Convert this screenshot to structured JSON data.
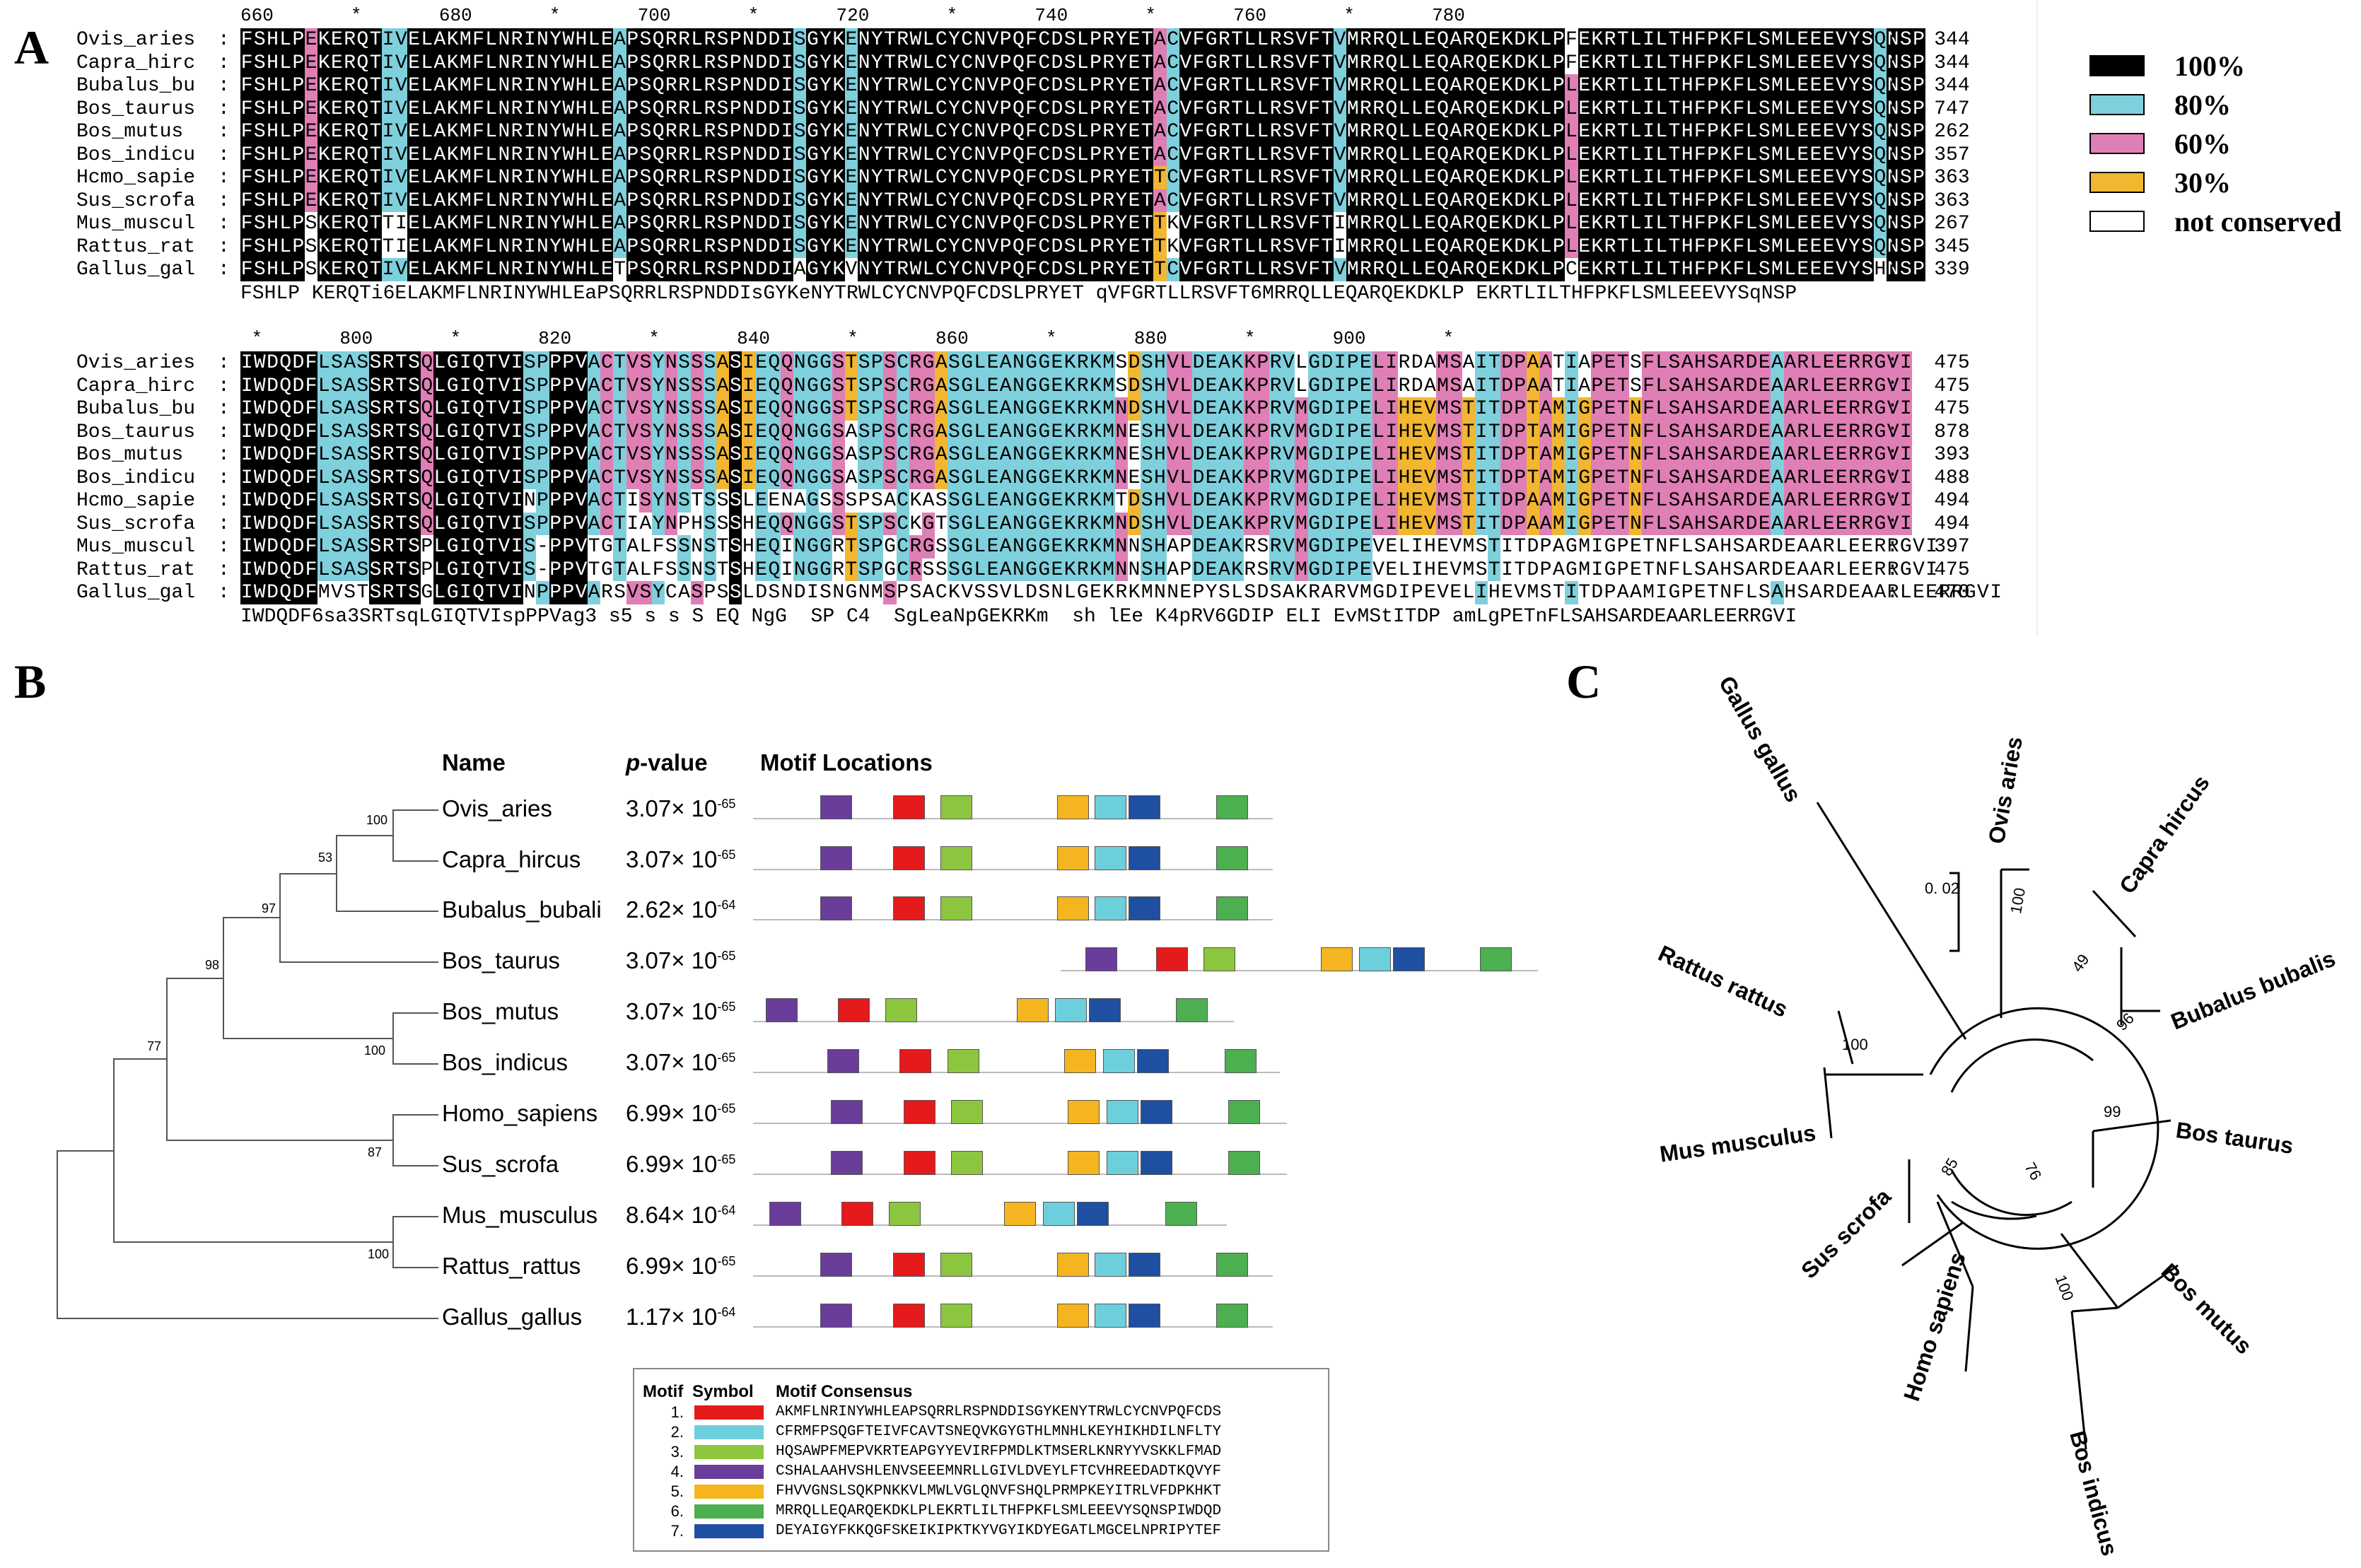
{
  "panels": {
    "a": "A",
    "b": "B",
    "c": "C"
  },
  "alignment": {
    "block1": {
      "scale": "660       *       680       *       700       *       720       *       740       *       760       *       780",
      "rows": [
        {
          "name": "Ovis_aries",
          "seq": "FSHLPEKERQTIVELAKMFLNRINYWHLEAPSQRRLRSPNDDISGYKENYTRWLCYCNVPQFCDSLPRYETACVFGRTLLRSVFTVMRRQLLEQARQEKDKLPFEKRTLILTHFPKFLSMLEEEVYSQNSP",
          "count": "344"
        },
        {
          "name": "Capra_hirc",
          "seq": "FSHLPEKERQTIVELAKMFLNRINYWHLEAPSQRRLRSPNDDISGYKENYTRWLCYCNVPQFCDSLPRYETACVFGRTLLRSVFTVMRRQLLEQARQEKDKLPFEKRTLILTHFPKFLSMLEEEVYSQNSP",
          "count": "344"
        },
        {
          "name": "Bubalus_bu",
          "seq": "FSHLPEKERQTIVELAKMFLNRINYWHLEAPSQRRLRSPNDDISGYKENYTRWLCYCNVPQFCDSLPRYETACVFGRTLLRSVFTVMRRQLLEQARQEKDKLPLEKRTLILTHFPKFLSMLEEEVYSQNSP",
          "count": "344"
        },
        {
          "name": "Bos_taurus",
          "seq": "FSHLPEKERQTIVELAKMFLNRINYWHLEAPSQRRLRSPNDDISGYKENYTRWLCYCNVPQFCDSLPRYETACVFGRTLLRSVFTVMRRQLLEQARQEKDKLPLEKRTLILTHFPKFLSMLEEEVYSQNSP",
          "count": "747"
        },
        {
          "name": "Bos_mutus",
          "seq": "FSHLPEKERQTIVELAKMFLNRINYWHLEAPSQRRLRSPNDDISGYKENYTRWLCYCNVPQFCDSLPRYETACVFGRTLLRSVFTVMRRQLLEQARQEKDKLPLEKRTLILTHFPKFLSMLEEEVYSQNSP",
          "count": "262"
        },
        {
          "name": "Bos_indicu",
          "seq": "FSHLPEKERQTIVELAKMFLNRINYWHLEAPSQRRLRSPNDDISGYKENYTRWLCYCNVPQFCDSLPRYETACVFGRTLLRSVFTVMRRQLLEQARQEKDKLPLEKRTLILTHFPKFLSMLEEEVYSQNSP",
          "count": "357"
        },
        {
          "name": "Hcmo_sapie",
          "seq": "FSHLPEKERQTIVELAKMFLNRINYWHLEAPSQRRLRSPNDDISGYKENYTRWLCYCNVPQFCDSLPRYETTCVFGRTLLRSVFTVMRRQLLEQARQEKDKLPLEKRTLILTHFPKFLSMLEEEVYSQNSP",
          "count": "363"
        },
        {
          "name": "Sus_scrofa",
          "seq": "FSHLPEKERQTIVELAKMFLNRINYWHLEAPSQRRLRSPNDDISGYKENYTRWLCYCNVPQFCDSLPRYETACVFGRTLLRSVFTVMRRQLLEQARQEKDKLPLEKRTLILTHFPKFLSMLEEEVYSQNSP",
          "count": "363"
        },
        {
          "name": "Mus_muscul",
          "seq": "FSHLPSKERQTTIELAKMFLNRINYWHLEAPSQRRLRSPNDDISGYKENYTRWLCYCNVPQFCDSLPRYETTKVFGRTLLRSVFTIMRRQLLEQARQEKDKLPLEKRTLILTHFPKFLSMLEEEVYSQNSP",
          "count": "267"
        },
        {
          "name": "Rattus_rat",
          "seq": "FSHLPSKERQTTIELAKMFLNRINYWHLEAPSQRRLRSPNDDISGYKENYTRWLCYCNVPQFCDSLPRYETTKVFGRTLLRSVFTIMRRQLLEQARQEKDKLPLEKRTLILTHFPKFLSMLEEEVYSQNSP",
          "count": "345"
        },
        {
          "name": "Gallus_gal",
          "seq": "FSHLPSKERQTIVELAKMFLNRINYWHLETPSQRRLRSPNDDIAGYKVNYTRWLCYCNVPQFCDSLPRYETTCVFGRTLLRSVFTVMRRQLLEQARQEKDKLPCEKRTLILTHFPKFLSMLEEEVYSHNSP",
          "count": "339"
        }
      ],
      "consensus": "FSHLP KERQTi6ELAKMFLNRINYWHLEaPSQRRLRSPNDDIsGYKeNYTRWLCYCNVPQFCDSLPRYET qVFGRTLLRSVFT6MRRQLLEQARQEKDKLP EKRTLILTHFPKFLSMLEEEVYSqNSP"
    },
    "block2": {
      "scale": " *       800       *       820       *       840       *       860       *       880       *       900       *",
      "rows": [
        {
          "name": "Ovis_aries",
          "seq": "IWDQDFLSASSRTSQLGIQTVISPPPVACTVSYNSSSASIEQQNGGSTSPSCRGASGLEANGGEKRKMSDSHVLDEAKKPRVLGDIPELIRDAMSAITDPAATIAPETSFLSAHSARDEAARLEERRGVI",
          "count": "475"
        },
        {
          "name": "Capra_hirc",
          "seq": "IWDQDFLSASSRTSQLGIQTVISPPPVACTVSYNSSSASIEQQNGGSTSPSCRGASGLEANGGEKRKMSDSHVLDEAKKPRVLGDIPELIRDAMSAITDPAATIAPETSFLSAHSARDEAARLEERRGVI",
          "count": "475"
        },
        {
          "name": "Bubalus_bu",
          "seq": "IWDQDFLSASSRTSQLGIQTVISPPPVACTVSYNSSSASIEQQNGGSTSPSCRGASGLEANGGEKRKMNDSHVLDEAKKPRVMGDIPELIHEVMSTITDPTAMIGPETNFLSAHSARDEAARLEERRGVI",
          "count": "475"
        },
        {
          "name": "Bos_taurus",
          "seq": "IWDQDFLSASSRTSQLGIQTVISPPPVACTVSYNSSSASIEQQNGGSASPSCRGASGLEANGGEKRKMNESHVLDEAKKPRVMGDIPELIHEVMSTITDPTAMIGPETNFLSAHSARDEAARLEERRGVI",
          "count": "878"
        },
        {
          "name": "Bos_mutus",
          "seq": "IWDQDFLSASSRTSQLGIQTVISPPPVACTVSYNSSSASIEQQNGGSASPSCRGASGLEANGGEKRKMNESHVLDEAKKPRVMGDIPELIHEVMSTITDPTAMIGPETNFLSAHSARDEAARLEERRGVI",
          "count": "393"
        },
        {
          "name": "Bos_indicu",
          "seq": "IWDQDFLSASSRTSQLGIQTVISPPPVACTVSYNSSSASIEQQNGGSASPSCRGASGLEANGGEKRKMNESHVLDEAKKPRVMGDIPELIHEVMSTITDPTAMIGPETNFLSAHSARDEAARLEERRGVI",
          "count": "488"
        },
        {
          "name": "Hcmo_sapie",
          "seq": "IWDQDFLSASSRTSQLGIQTVINPPPVACTISYNSTSSSLEENAGSSSPSACKASSGLEANGGEKRKMTDSHVLDEAKKPRVMGDIPELIHEVMSTITDPAAMIGPETNFLSAHSARDEAARLEERRGVI",
          "count": "494"
        },
        {
          "name": "Sus_scrofa",
          "seq": "IWDQDFLSASSRTSQLGIQTVISPPPVACTIAYNPHSSSHEQQNGGSTSPSCKGTSGLEANGGEKRKMNDSHVLDEAKKPRVMGDIPELIHEVMSTITDPAAMIGPETNFLSAHSARDEAARLEERRGVI",
          "count": "494"
        },
        {
          "name": "Mus_muscul",
          "seq": "IWDQDFLSASSRTSPLGIQTVIS-PPVTGTALFSSNSTSHEQINGGRTSPGCRGSSGLEANGGEKRKMNNSHAPDEAKRSRVMGDIPEVELIHEVMSTITDPAGMIGPETNFLSAHSARDEAARLEERRGVI",
          "count": "397"
        },
        {
          "name": "Rattus_rat",
          "seq": "IWDQDFLSASSRTSPLGIQTVIS-PPVTGTALFSSNSTSHEQINGGRTSPGCRSSSGLEANGGEKRKMNNSHAPDEAKRSRVMGDIPEVELIHEVMSTITDPAGMIGPETNFLSAHSARDEAARLEERRGVI",
          "count": "475"
        },
        {
          "name": "Gallus_gal",
          "seq": "IWDQDFMVSTSRTSGLGIQTVINPPPVARSVSYCASPSSLDSNDISNGNMSPSACKVSSVLDSNLGEKRKMNNEPYSLSDSAKRARVMGDIPEVELIHEVMSTITDPAAMIGPETNFLSAHSARDEAARLEERRGVI",
          "count": "470"
        }
      ],
      "consensus": "IWDQDF6sa3SRTsqLGIQTVIspPPVag3 s5 s s S EQ NgG  SP C4  SgLeaNpGEKRKm  sh lEe K4pRV6GDIP ELI EvMStITDP amLgPETnFLSAHSARDEAARLEERRGVI"
    }
  },
  "legend_a": [
    {
      "label": "100%",
      "color": "#000000"
    },
    {
      "label": "80%",
      "color": "#7fd0dd"
    },
    {
      "label": "60%",
      "color": "#e07fb5"
    },
    {
      "label": "30%",
      "color": "#f2b630"
    },
    {
      "label": "not conserved",
      "color": "#ffffff"
    }
  ],
  "panel_b": {
    "headers": {
      "name": "Name",
      "p": "p",
      "p_rest": "-value",
      "motif": "Motif Locations"
    },
    "rows": [
      {
        "name": "Ovis_aries",
        "p_base": "3.07× 10",
        "p_exp": "-65"
      },
      {
        "name": "Capra_hircus",
        "p_base": "3.07× 10",
        "p_exp": "-65"
      },
      {
        "name": "Bubalus_bubali",
        "p_base": "2.62× 10",
        "p_exp": "-64"
      },
      {
        "name": "Bos_taurus",
        "p_base": "3.07× 10",
        "p_exp": "-65"
      },
      {
        "name": "Bos_mutus",
        "p_base": "3.07× 10",
        "p_exp": "-65"
      },
      {
        "name": "Bos_indicus",
        "p_base": "3.07× 10",
        "p_exp": "-65"
      },
      {
        "name": "Homo_sapiens",
        "p_base": "6.99× 10",
        "p_exp": "-65"
      },
      {
        "name": "Sus_scrofa",
        "p_base": "6.99× 10",
        "p_exp": "-65"
      },
      {
        "name": "Mus_musculus",
        "p_base": "8.64× 10",
        "p_exp": "-64"
      },
      {
        "name": "Rattus_rattus",
        "p_base": "6.99× 10",
        "p_exp": "-65"
      },
      {
        "name": "Gallus_gallus",
        "p_base": "1.17× 10",
        "p_exp": "-64"
      }
    ],
    "bootstrap": [
      "100",
      "53",
      "97",
      "98",
      "100",
      "77",
      "87",
      "100"
    ],
    "motif_colors": {
      "1": "#e41a1c",
      "2": "#6ecfdc",
      "3": "#8cc63f",
      "4": "#6a3d9a",
      "5": "#f5b520",
      "6": "#4caf50",
      "7": "#1f4fa0"
    },
    "motif_table": {
      "headers": {
        "motif": "Motif",
        "symbol": "Symbol",
        "consensus": "Motif Consensus"
      },
      "rows": [
        {
          "num": "1.",
          "seq": "AKMFLNRINYWHLEAPSQRRLRSPNDDISGYKENYTRWLCYCNVPQFCDS"
        },
        {
          "num": "2.",
          "seq": "CFRMFPSQGFTEIVFCAVTSNEQVKGYGTHLMNHLKEYHIKHDILNFLTY"
        },
        {
          "num": "3.",
          "seq": "HQSAWPFMEPVKRTEAPGYYEVIRFPMDLKTMSERLKNRYYVSKKLFMAD"
        },
        {
          "num": "4.",
          "seq": "CSHALAAHVSHLENVSEEEMNRLLGIVLDVEYLFTCVHREEDADTKQVYF"
        },
        {
          "num": "5.",
          "seq": "FHVVGNSLSQKPNKKVLMWLVGLQNVFSHQLPRMPKEYITRLVFDPKHKT"
        },
        {
          "num": "6.",
          "seq": "MRRQLLEQARQEKDKLPLEKRTLILTHFPKFLSMLEEEVYSQNSPIWDQD"
        },
        {
          "num": "7.",
          "seq": "DEYAIGYFKKQGFSKEIKIPKTKYVGYIKDYEGATLMGCELNPRIPYTEF"
        }
      ]
    }
  },
  "panel_c": {
    "labels": [
      {
        "text": "Gallus gallus"
      },
      {
        "text": "Ovis aries"
      },
      {
        "text": "Capra hircus"
      },
      {
        "text": "Bubalus bubalis"
      },
      {
        "text": "Bos taurus"
      },
      {
        "text": "Bos mutus"
      },
      {
        "text": "Bos indicus"
      },
      {
        "text": "Homo sapiens"
      },
      {
        "text": "Sus scrofa"
      },
      {
        "text": "Mus musculus"
      },
      {
        "text": "Rattus rattus"
      }
    ],
    "scale_label": "0. 02",
    "bootstrap": [
      "100",
      "49",
      "96",
      "99",
      "76",
      "85",
      "100",
      "100"
    ]
  }
}
